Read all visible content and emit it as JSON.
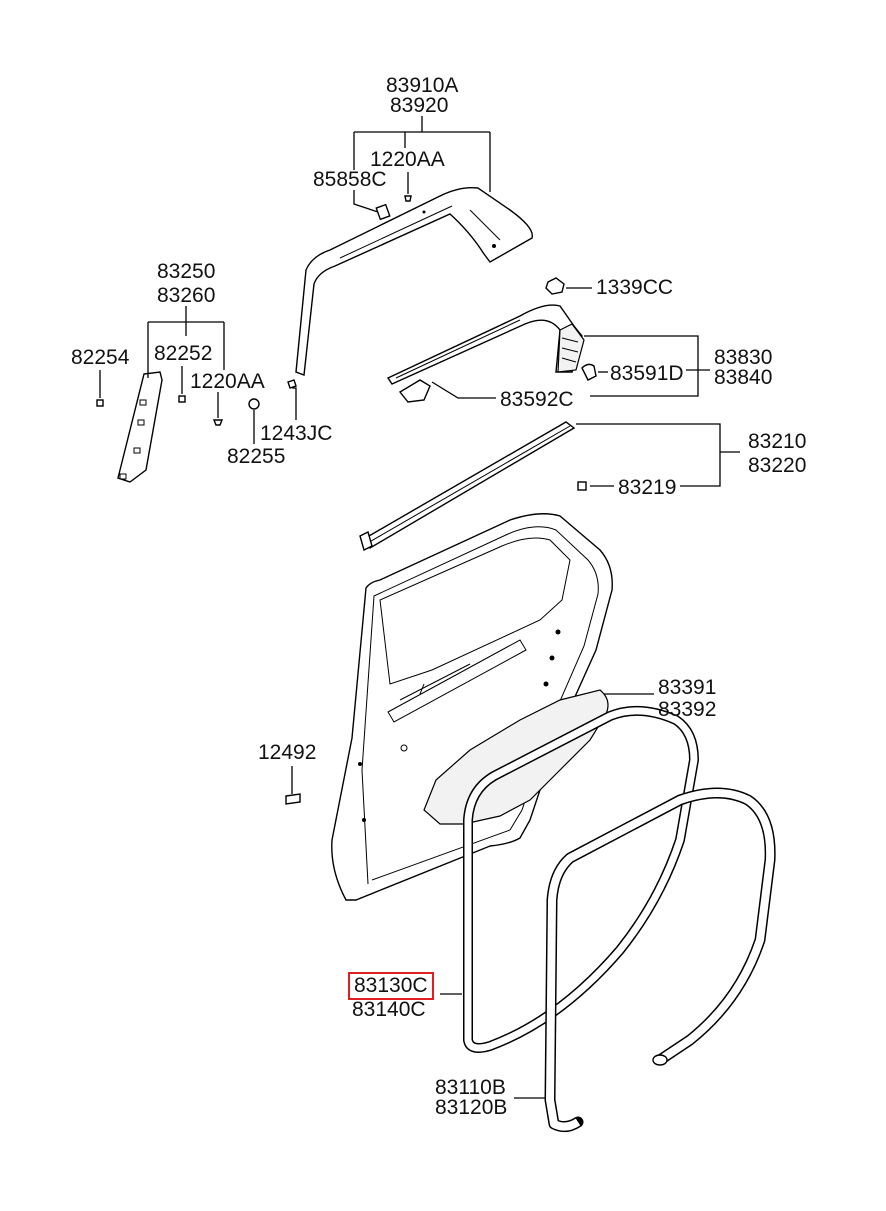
{
  "labels": {
    "p83910A": "83910A",
    "p83920": "83920",
    "p1220AA_top": "1220AA",
    "p85858C": "85858C",
    "p83250": "83250",
    "p83260": "83260",
    "p82254": "82254",
    "p82252": "82252",
    "p1220AA_left": "1220AA",
    "p1243JC": "1243JC",
    "p82255": "82255",
    "p1339CC": "1339CC",
    "p83830": "83830",
    "p83840": "83840",
    "p83591D": "83591D",
    "p83592C": "83592C",
    "p83210": "83210",
    "p83220": "83220",
    "p83219": "83219",
    "p83391": "83391",
    "p83392": "83392",
    "p12492": "12492",
    "p83130C": "83130C",
    "p83140C": "83140C",
    "p83110B": "83110B",
    "p83120B": "83120B"
  },
  "highlight": {
    "part": "83130C",
    "color": "#e02020"
  }
}
